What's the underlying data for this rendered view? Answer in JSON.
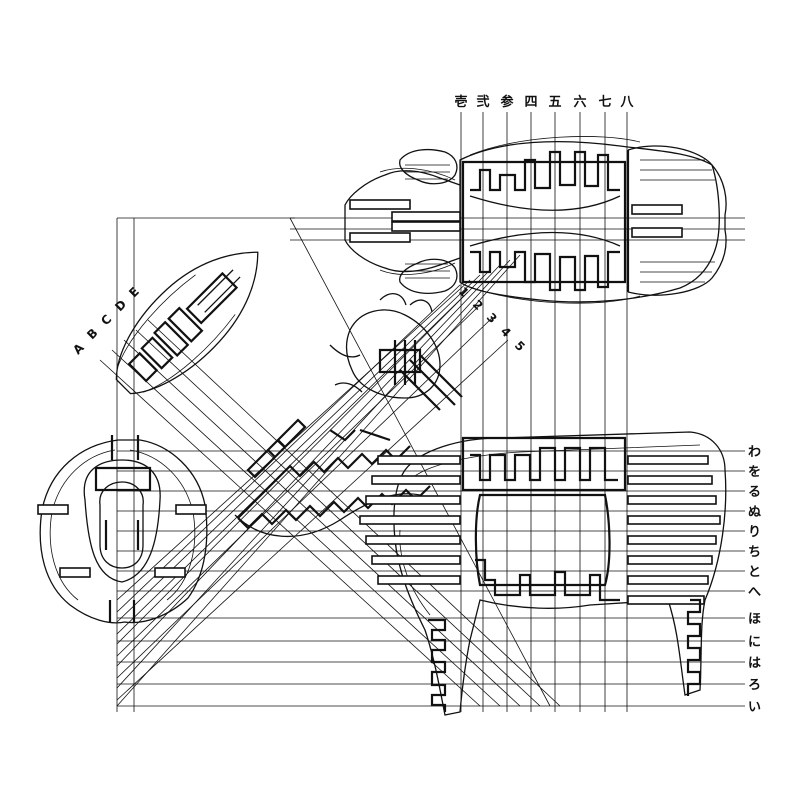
{
  "labels": {
    "top": [
      "壱",
      "弐",
      "参",
      "四",
      "五",
      "六",
      "七",
      "八"
    ],
    "right": [
      "わ",
      "を",
      "る",
      "ぬ",
      "り",
      "ち",
      "と",
      "へ",
      "ほ",
      "に",
      "は",
      "ろ",
      "い"
    ],
    "letters": [
      "A",
      "B",
      "C",
      "D",
      "E"
    ],
    "numbers": [
      "1",
      "2",
      "3",
      "4",
      "5"
    ]
  }
}
